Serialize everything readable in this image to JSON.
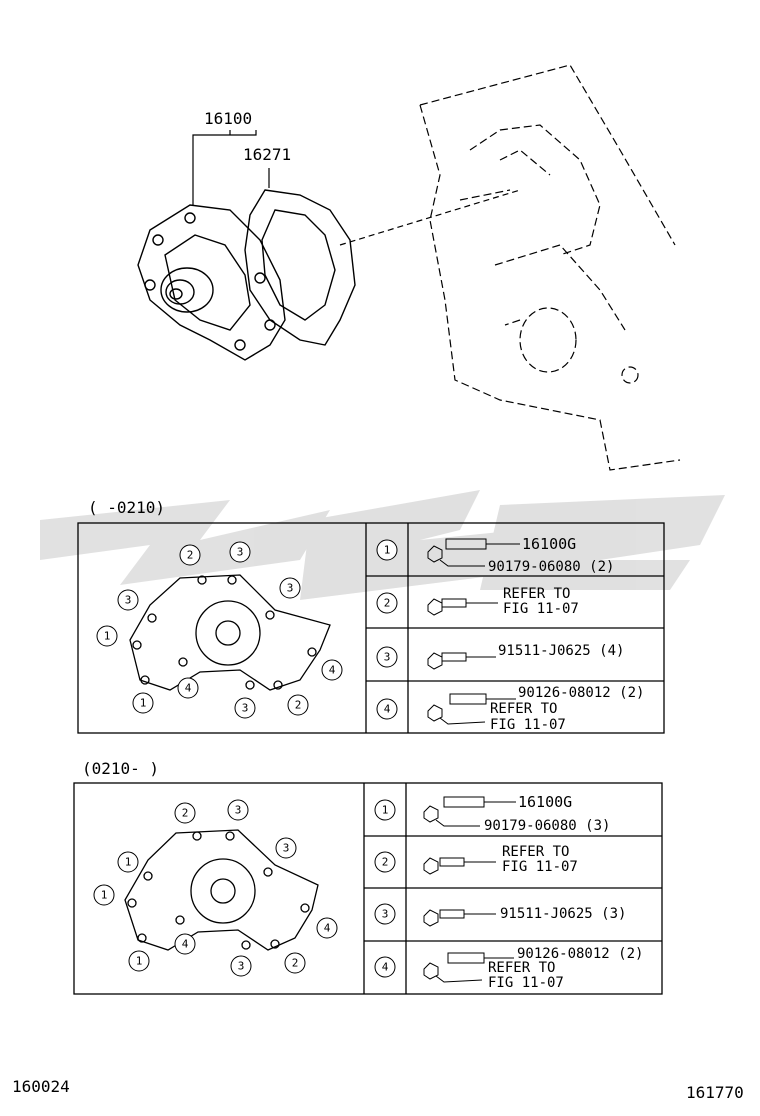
{
  "callouts": {
    "assembly": "16100",
    "gasket": "16271"
  },
  "section_a": {
    "header": "(      -0210)",
    "rows": [
      {
        "index": "1",
        "line1": "16100G",
        "line2": "90179-06080 (2)"
      },
      {
        "index": "2",
        "line1": "REFER TO",
        "line2": "FIG 11-07"
      },
      {
        "index": "3",
        "line1": "91511-J0625 (4)"
      },
      {
        "index": "4",
        "line1": "90126-08012 (2)",
        "line2": "REFER TO",
        "line3": "FIG 11-07"
      }
    ]
  },
  "section_b": {
    "header": "(0210-      )",
    "rows": [
      {
        "index": "1",
        "line1": "16100G",
        "line2": "90179-06080 (3)"
      },
      {
        "index": "2",
        "line1": "REFER TO",
        "line2": "FIG 11-07"
      },
      {
        "index": "3",
        "line1": "91511-J0625 (3)"
      },
      {
        "index": "4",
        "line1": "90126-08012 (2)",
        "line2": "REFER TO",
        "line3": "FIG 11-07"
      }
    ]
  },
  "pump_markers": [
    "1",
    "2",
    "3",
    "4"
  ],
  "footer": {
    "left_code": "160024",
    "right_code": "161770"
  },
  "colors": {
    "line": "#000000",
    "watermark": "#c8c8c8"
  }
}
